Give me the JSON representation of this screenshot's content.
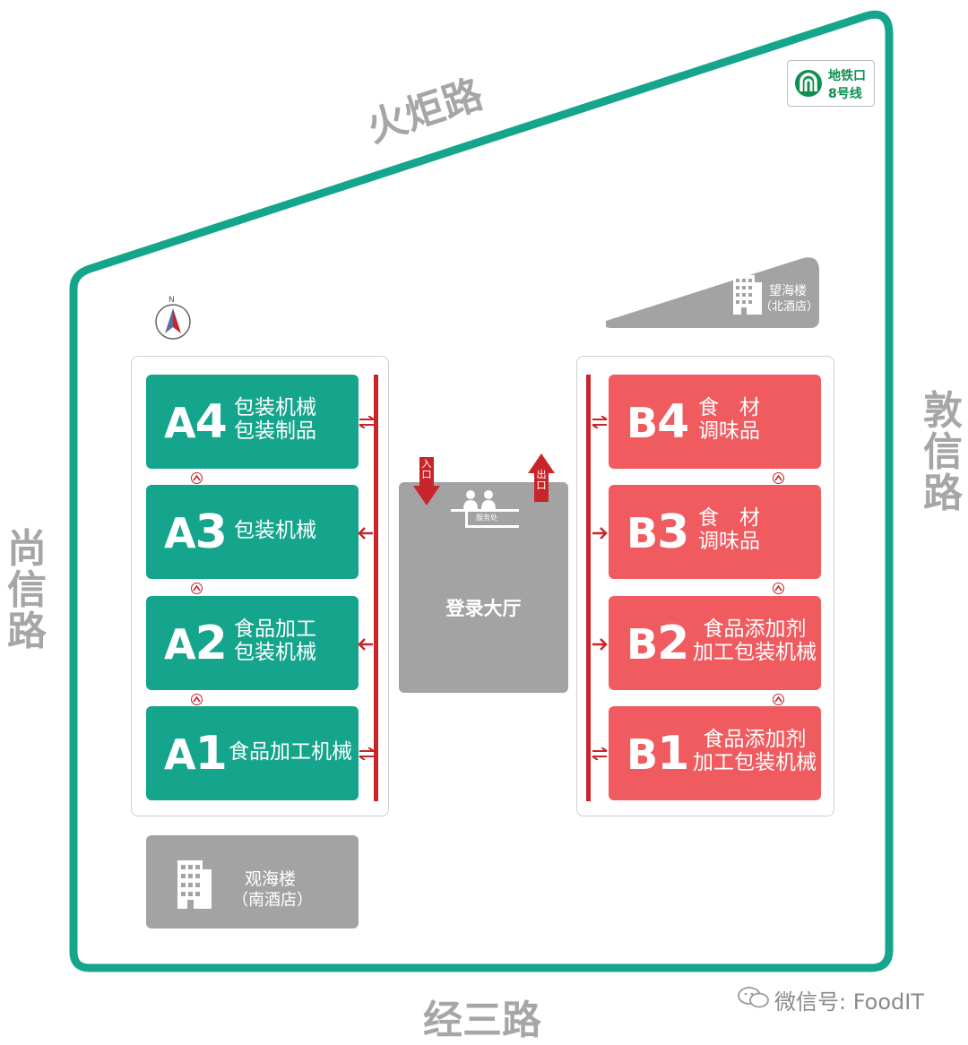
{
  "roads": {
    "north": "火炬路",
    "east": "敦信路",
    "west": "尚信路",
    "south": "经三路"
  },
  "metro": {
    "line1": "地铁口",
    "line2": "8号线"
  },
  "compass": {
    "label": "N"
  },
  "colors": {
    "boundary": "#14a58c",
    "hall_a": "#14a58c",
    "hall_b": "#ef5b5f",
    "corridor": "#c8252b",
    "building": "#a3a3a3",
    "road_text": "#a6a6a6"
  },
  "halls_a": [
    {
      "code_letter": "A",
      "code_num": "4",
      "line1": "包装机械",
      "line2": "包装制品"
    },
    {
      "code_letter": "A",
      "code_num": "3",
      "line1": "包装机械",
      "line2": ""
    },
    {
      "code_letter": "A",
      "code_num": "2",
      "line1": "食品加工",
      "line2": "包装机械"
    },
    {
      "code_letter": "A",
      "code_num": "1",
      "line1": "食品加工机械",
      "line2": ""
    }
  ],
  "halls_b": [
    {
      "code_letter": "B",
      "code_num": "4",
      "line1": "食　材",
      "line2": "调味品"
    },
    {
      "code_letter": "B",
      "code_num": "3",
      "line1": "食　材",
      "line2": "调味品"
    },
    {
      "code_letter": "B",
      "code_num": "2",
      "line1": "食品添加剂",
      "line2": "加工包装机械"
    },
    {
      "code_letter": "B",
      "code_num": "1",
      "line1": "食品添加剂",
      "line2": "加工包装机械"
    }
  ],
  "lobby": {
    "title": "登录大厅",
    "service_desk": "服务处",
    "entrance": "入口",
    "exit": "出口"
  },
  "buildings": {
    "north_name": "望海楼",
    "north_sub": "（北酒店）",
    "south_name": "观海楼",
    "south_sub": "（南酒店）"
  },
  "watermark": "微信号: FoodIT"
}
